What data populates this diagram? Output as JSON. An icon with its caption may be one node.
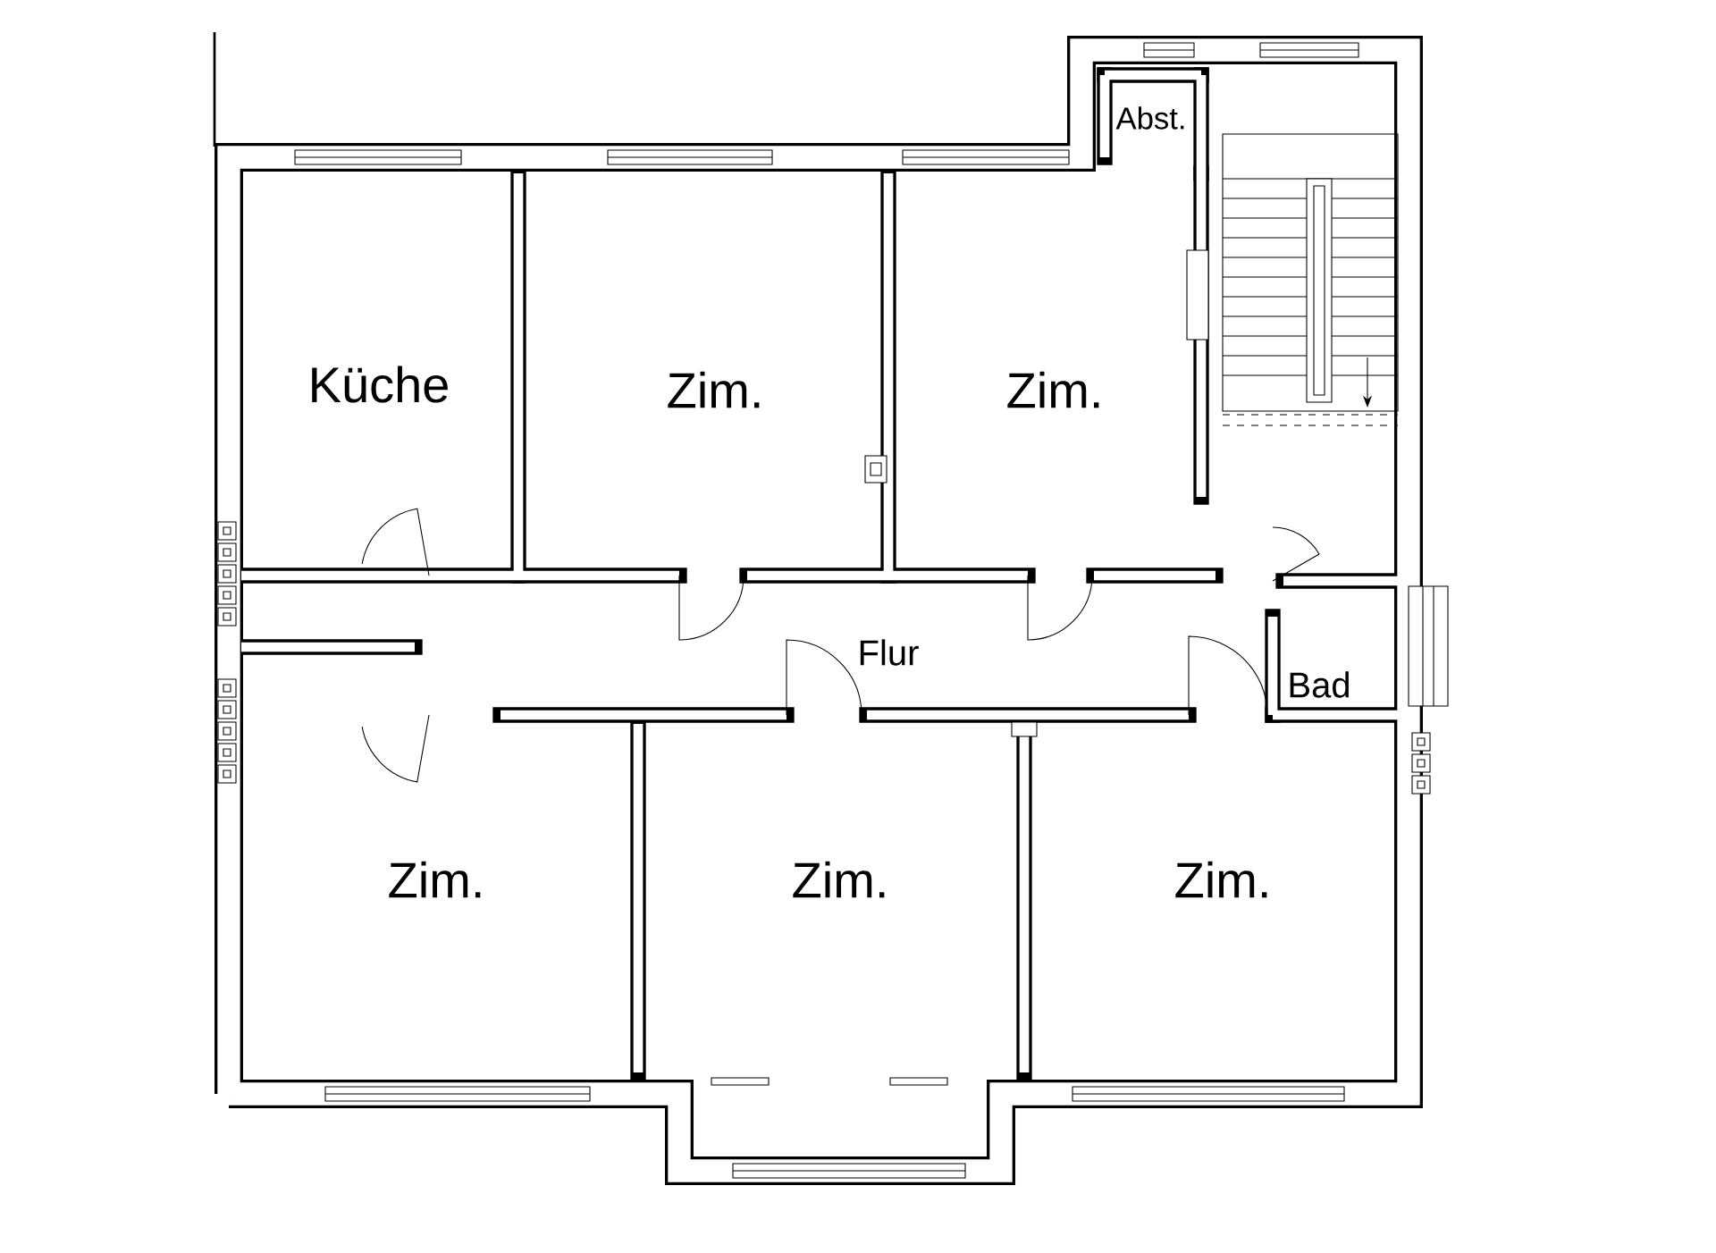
{
  "diagram": {
    "labels": [
      "Abst.",
      "Küche",
      "Zim.",
      "Zim.",
      "Flur",
      "Bad",
      "Zim.",
      "Zim.",
      "Zim."
    ]
  }
}
